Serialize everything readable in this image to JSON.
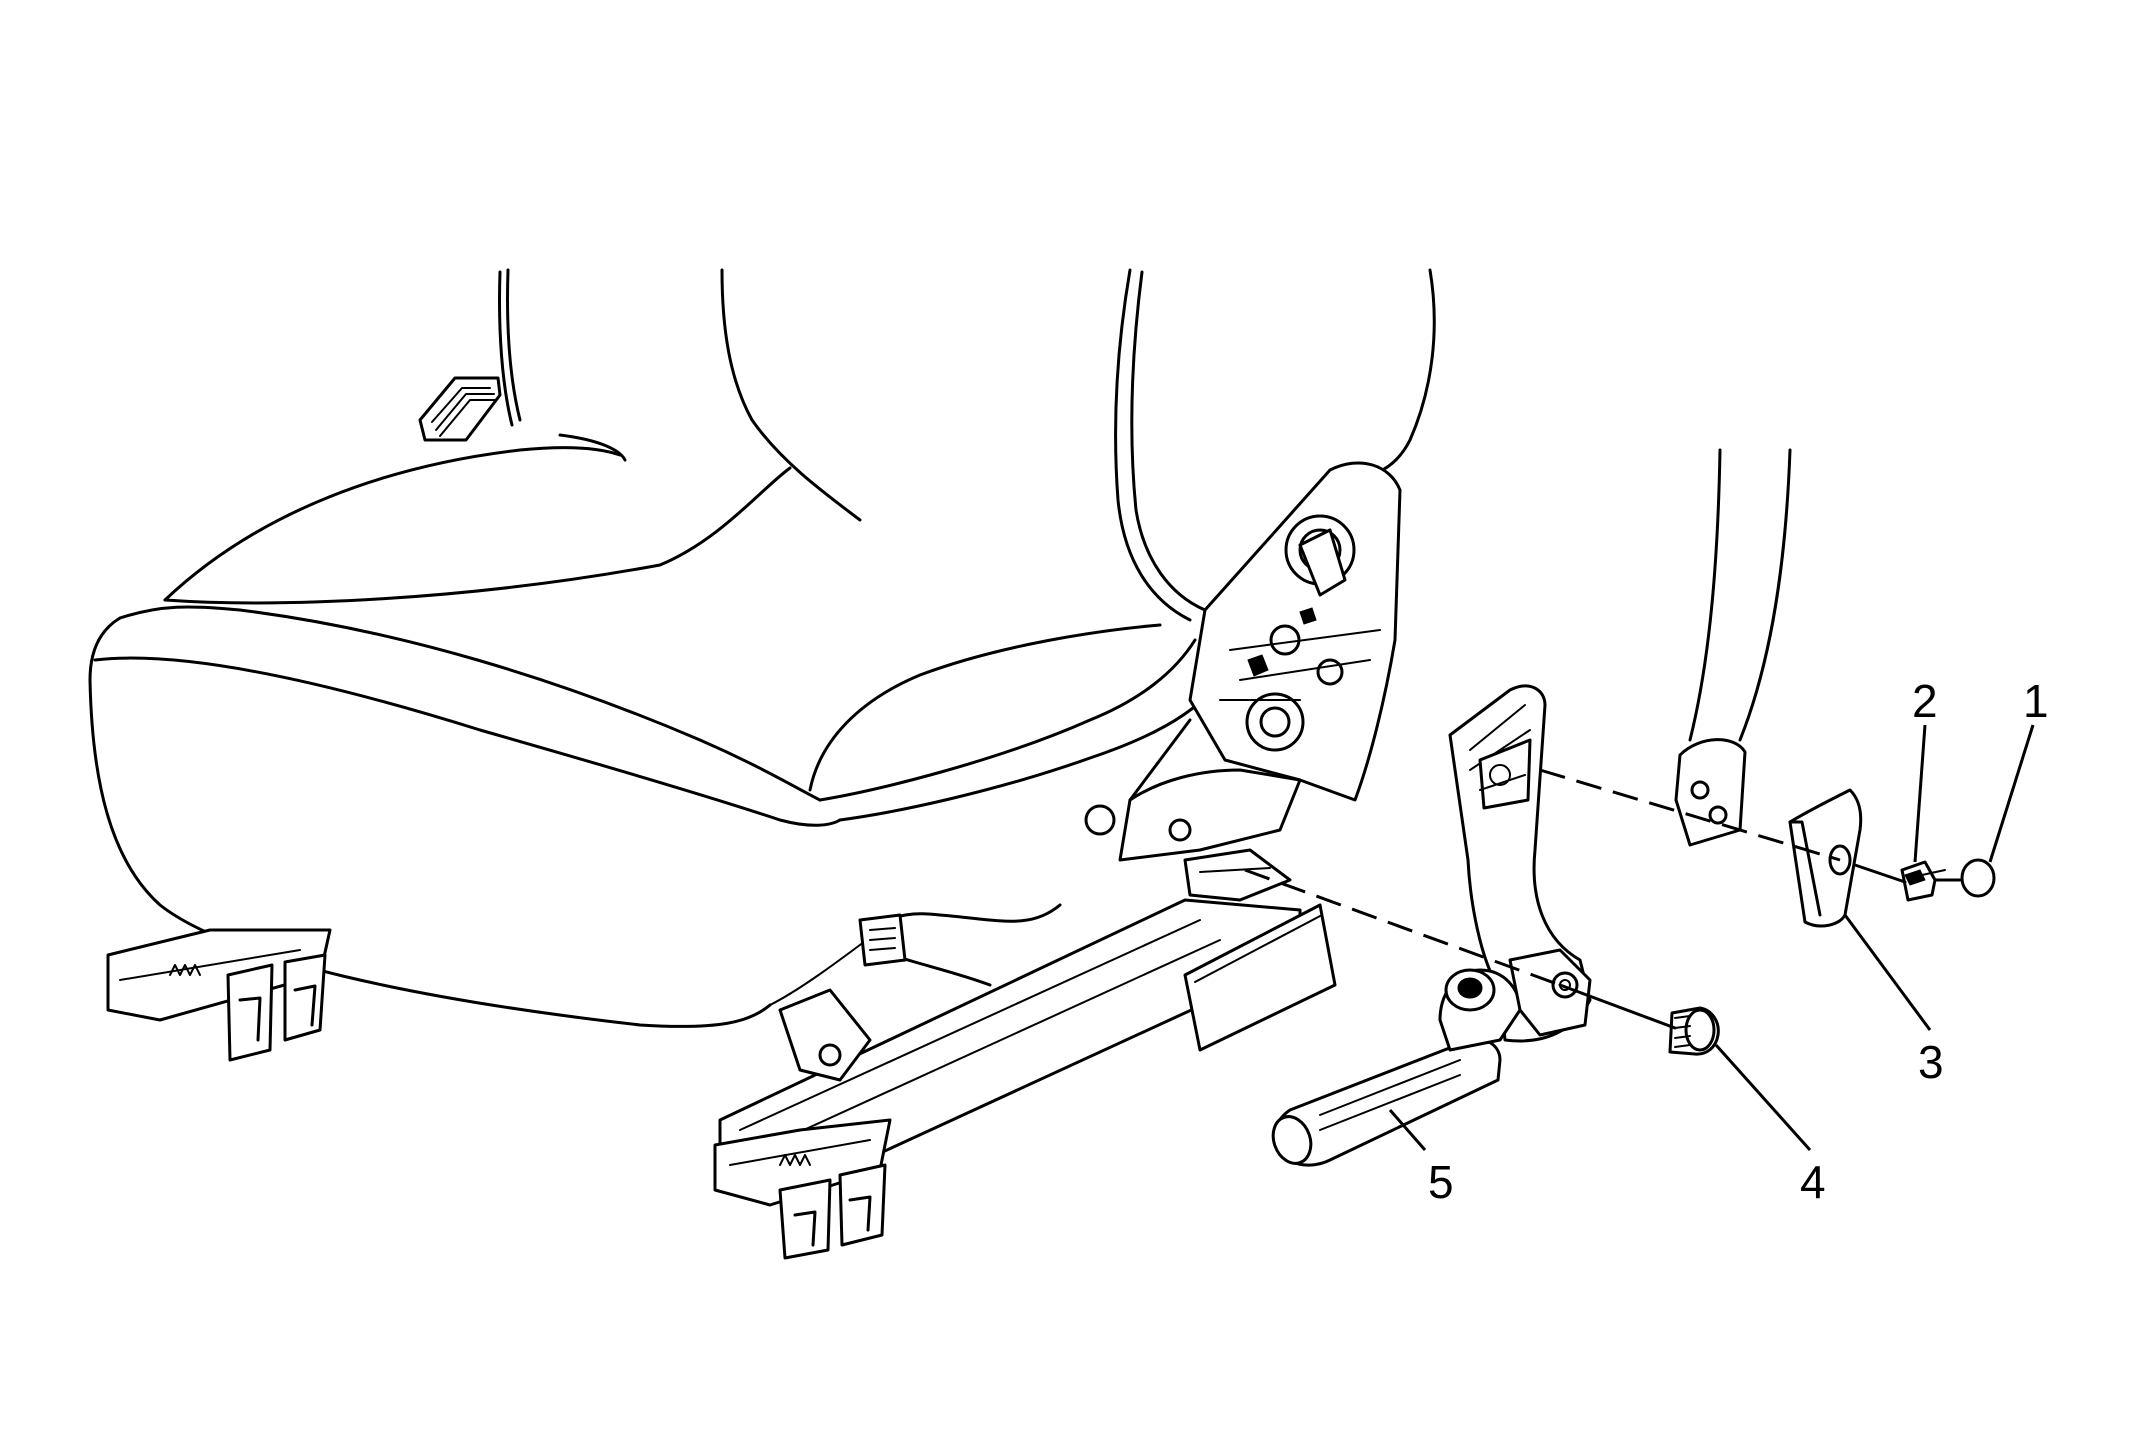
{
  "diagram": {
    "type": "exploded-view",
    "stroke_color": "#000000",
    "background_color": "#ffffff",
    "callouts": [
      {
        "id": "callout-1",
        "label": "1"
      },
      {
        "id": "callout-2",
        "label": "2"
      },
      {
        "id": "callout-3",
        "label": "3"
      },
      {
        "id": "callout-4",
        "label": "4"
      },
      {
        "id": "callout-5",
        "label": "5"
      }
    ]
  }
}
